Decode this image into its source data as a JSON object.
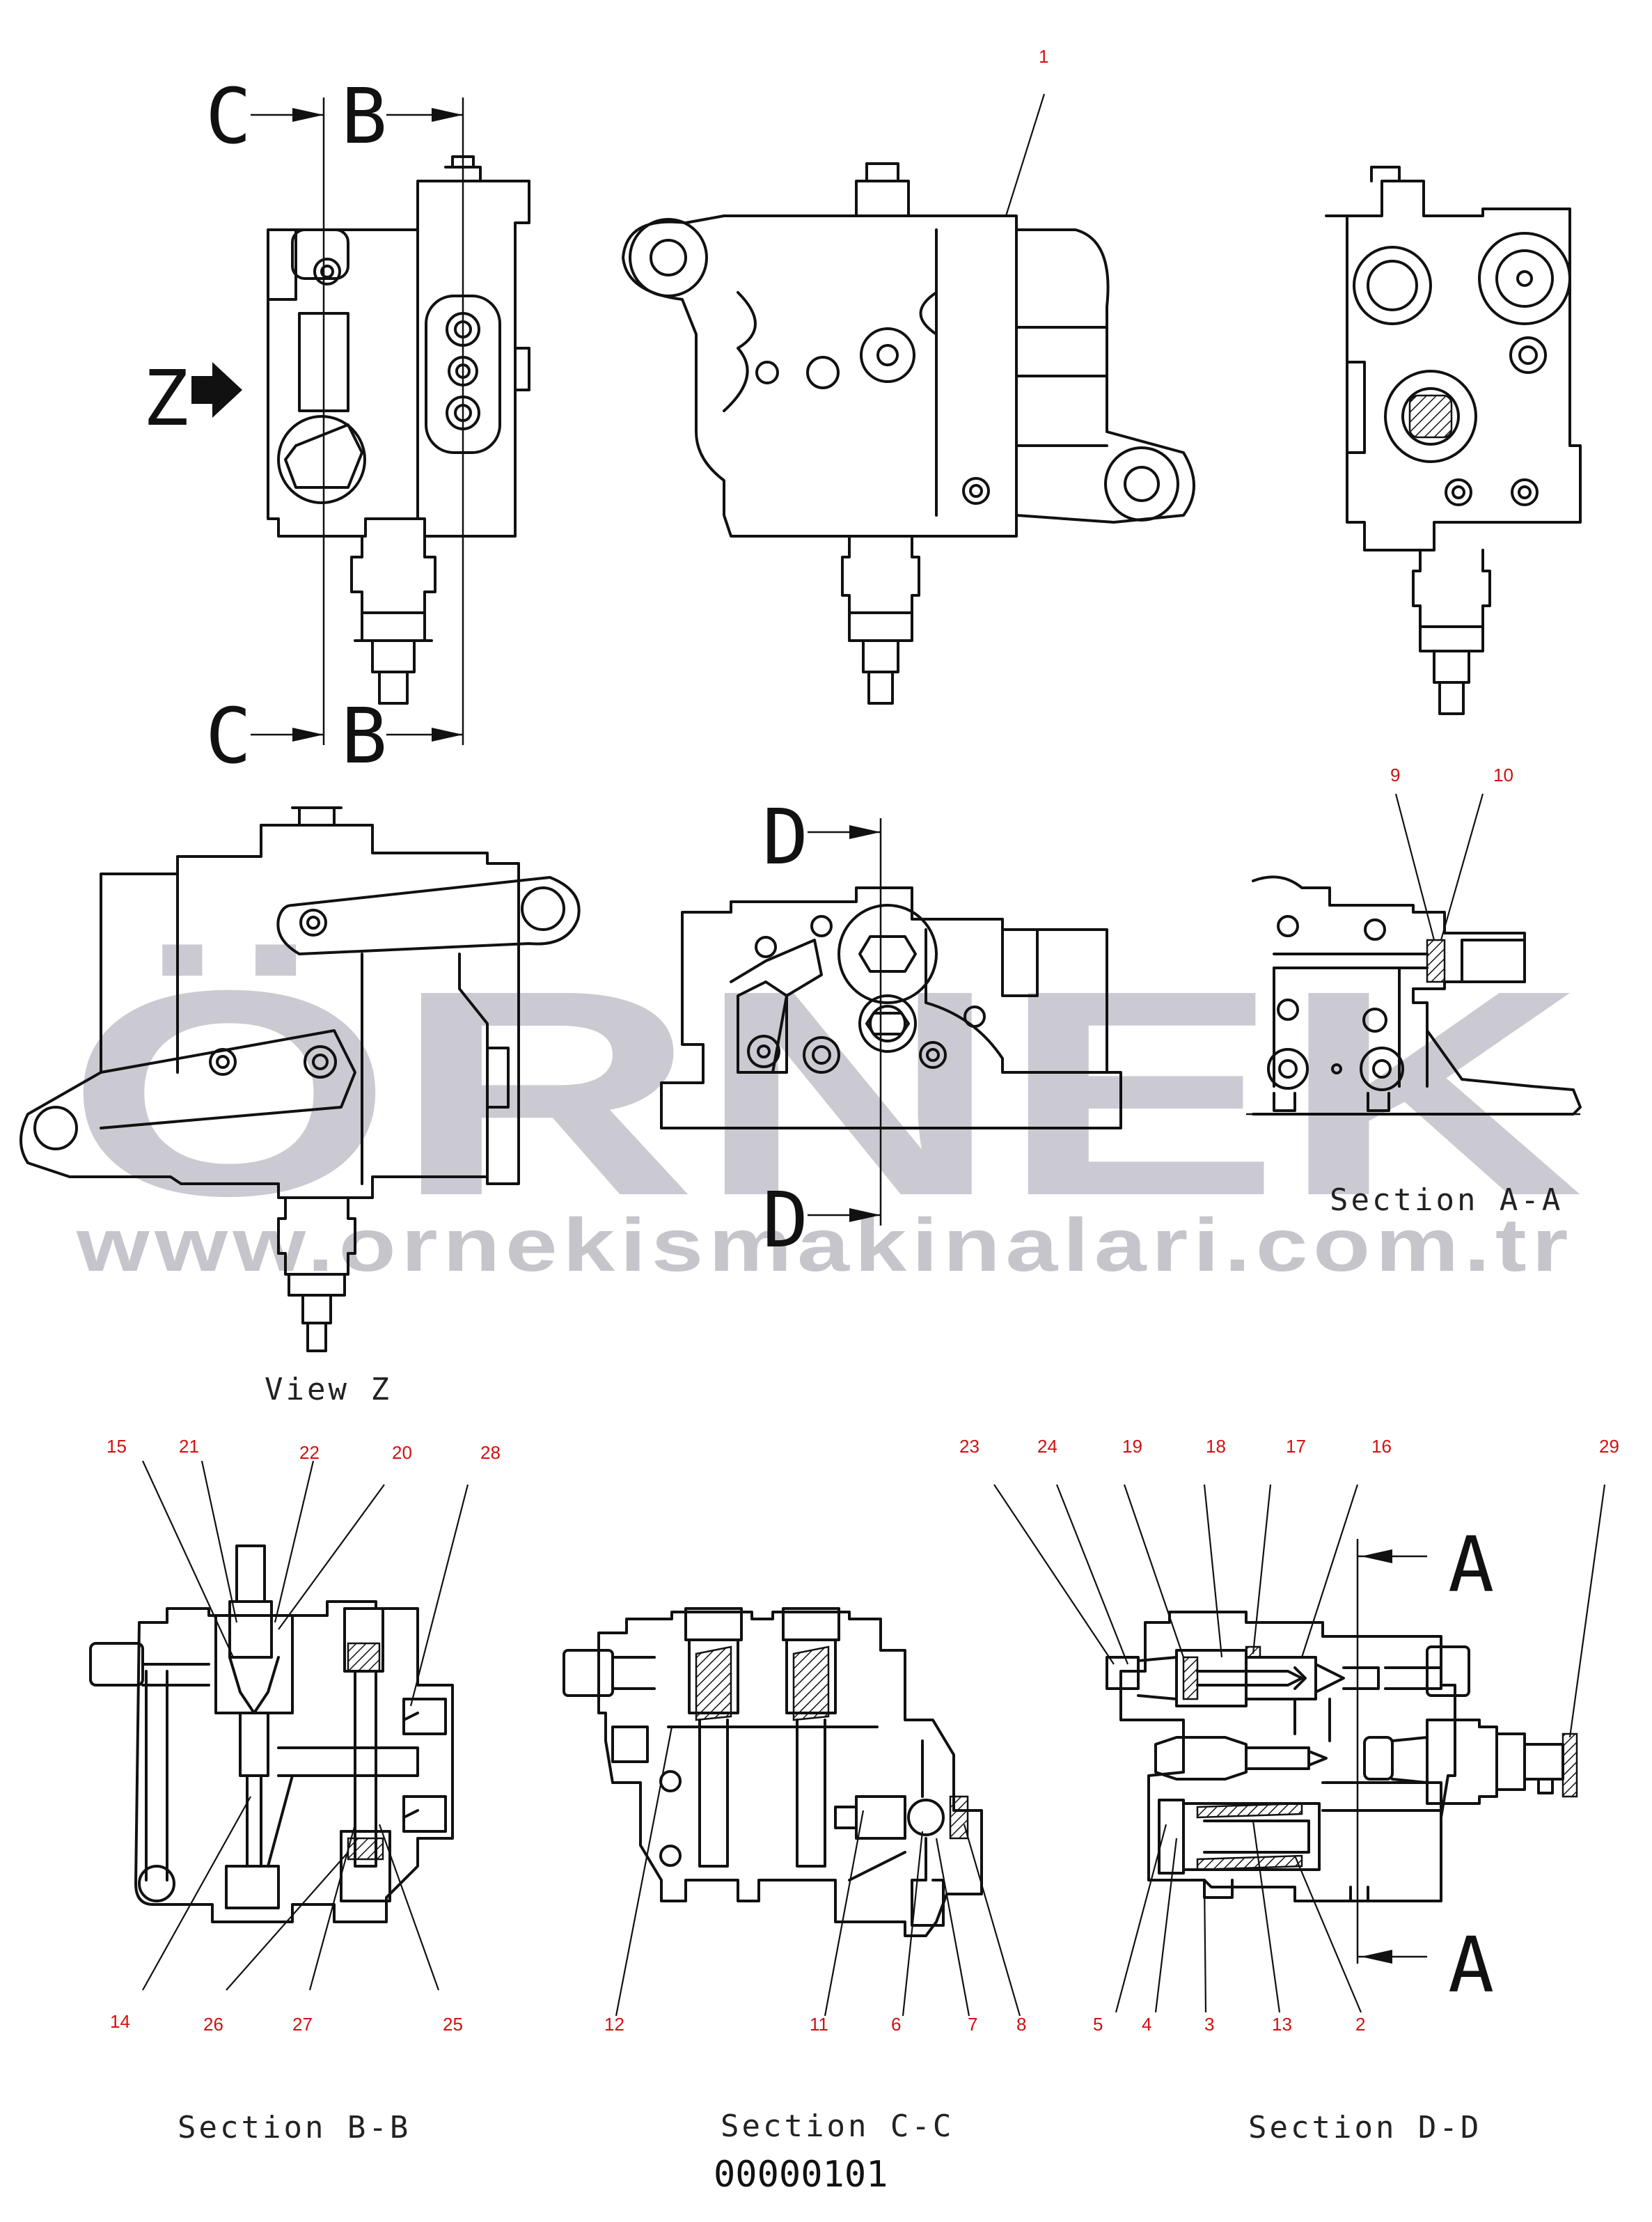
{
  "watermark": {
    "logo_text": "ÖRNEK",
    "url_text": "www.ornekismakinalari.com.tr",
    "accent_color": "#f2d88a",
    "logo_color": "#bdbcc6"
  },
  "section_markers": {
    "c_top": "C",
    "b_top": "B",
    "c_bottom": "C",
    "b_bottom": "B",
    "z_arrow": "Z",
    "d_top": "D",
    "d_bottom": "D",
    "a_top": "A",
    "a_bottom": "A"
  },
  "captions": {
    "view_z": "View Z",
    "section_aa": "Section A-A",
    "section_bb": "Section B-B",
    "section_cc": "Section C-C",
    "section_dd": "Section D-D"
  },
  "part_number": "00000101",
  "callouts": {
    "c1": "1",
    "c2": "2",
    "c3": "3",
    "c4": "4",
    "c5": "5",
    "c6": "6",
    "c7": "7",
    "c8": "8",
    "c9": "9",
    "c10": "10",
    "c11": "11",
    "c12": "12",
    "c13": "13",
    "c14": "14",
    "c15": "15",
    "c16": "16",
    "c17": "17",
    "c18": "18",
    "c19": "19",
    "c20": "20",
    "c21": "21",
    "c22": "22",
    "c23": "23",
    "c24": "24",
    "c25": "25",
    "c26": "26",
    "c27": "27",
    "c28": "28",
    "c29": "29"
  }
}
